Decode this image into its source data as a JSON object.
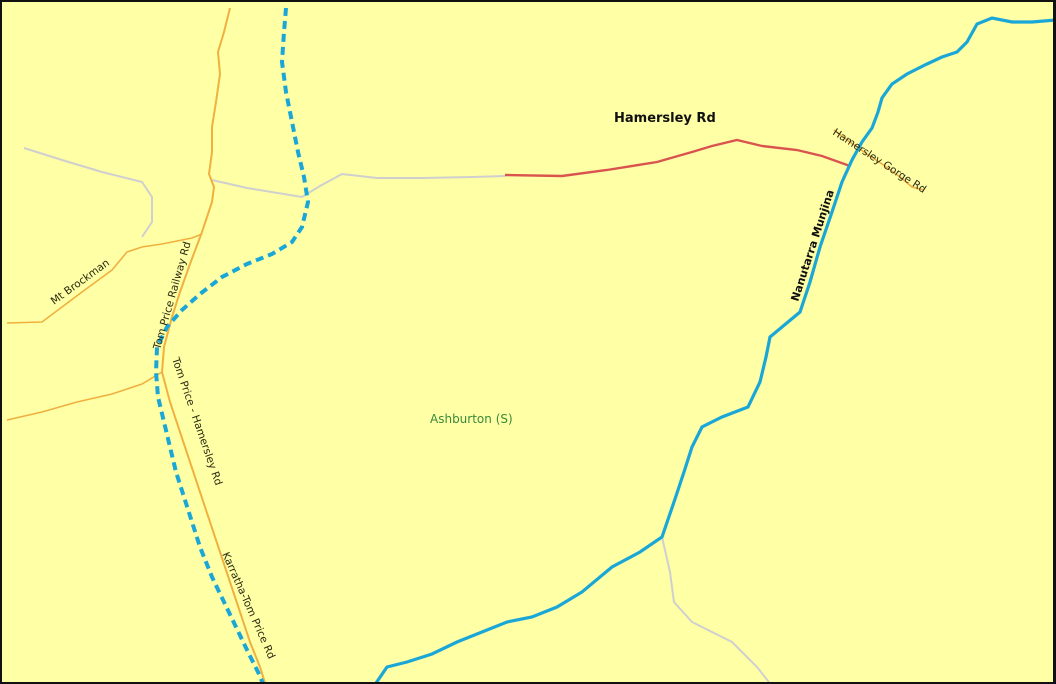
{
  "map": {
    "colors": {
      "background": "#ffffa6",
      "border": "#111111",
      "river": "#1aa7d8",
      "railway_dashed": "#1aa7d8",
      "minor_road": "#f0b040",
      "track": "#cfcfcf",
      "highlighted_road": "#d9534f",
      "area_label": "#3a8a3a"
    },
    "labels": {
      "highlighted_road": "Hamersley Rd",
      "gorge_road": "Hamersley Gorge Rd",
      "river": "Nanutarra Munjina",
      "mt_brockman": "Mt Brockman",
      "railway_road": "Tom Price Railway Rd",
      "tom_price_hamersley": "Tom Price - Hamersley Rd",
      "karratha_tom_price": "Karratha-Tom Price Rd",
      "shire": "Ashburton (S)"
    }
  }
}
